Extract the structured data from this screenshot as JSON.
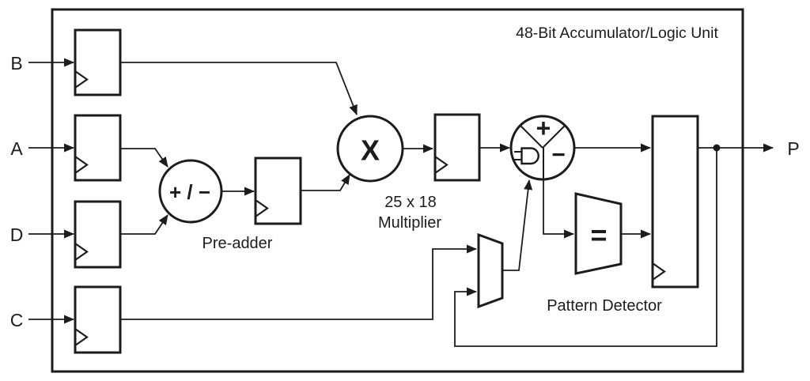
{
  "diagram": {
    "title": "48-Bit Accumulator/Logic Unit",
    "ports": {
      "inputs": [
        {
          "label": "B"
        },
        {
          "label": "A"
        },
        {
          "label": "D"
        },
        {
          "label": "C"
        }
      ],
      "output": {
        "label": "P"
      }
    },
    "blocks": {
      "pre_adder": {
        "symbol": "+ / −",
        "caption": "Pre-adder"
      },
      "multiplier": {
        "symbol": "X",
        "caption": [
          "25 x 18",
          "Multiplier"
        ]
      },
      "alu": {
        "plus_symbol": "+",
        "minus_symbol": "−"
      },
      "pattern_detector": {
        "symbol": "=",
        "caption": "Pattern Detector"
      }
    },
    "colors": {
      "ink": "#1c1c1c",
      "background": "#ffffff"
    }
  }
}
